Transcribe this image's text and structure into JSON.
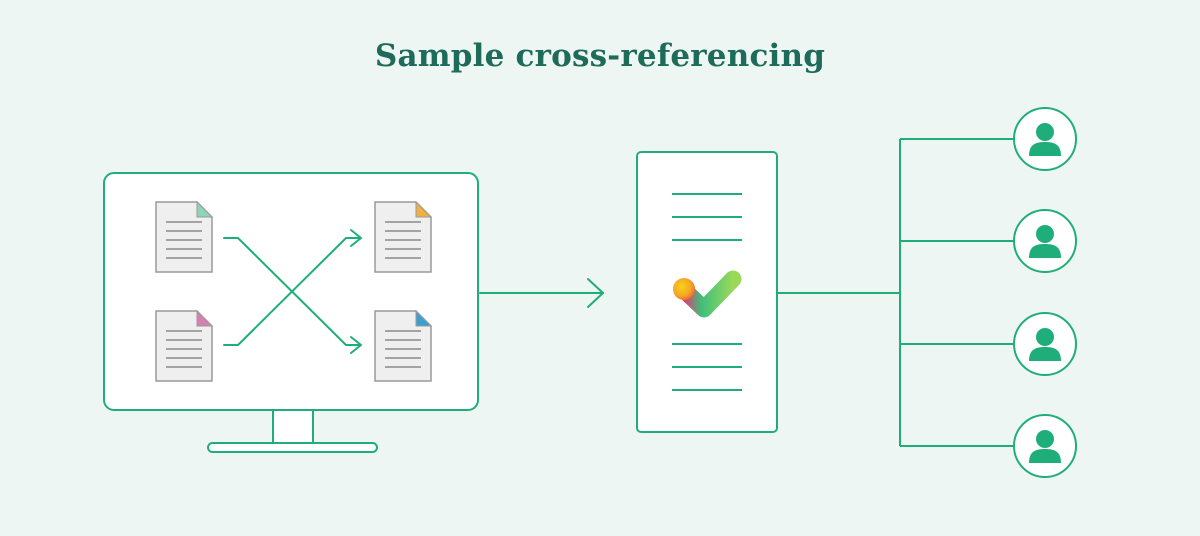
{
  "title": "Sample cross-referencing",
  "colors": {
    "background": "#eef6f4",
    "accent": "#1fae7a",
    "title": "#1e6b5a",
    "panel": "#ffffff",
    "document_body": "#efefef",
    "document_outline": "#9a9a9a",
    "document_lines": "#8a8a8a"
  },
  "documents": [
    {
      "name": "document-top-left",
      "corner_color": "#8fd4b8"
    },
    {
      "name": "document-bottom-left",
      "corner_color": "#d77fb0"
    },
    {
      "name": "document-top-right",
      "corner_color": "#f0b040"
    },
    {
      "name": "document-bottom-right",
      "corner_color": "#3aa0d0"
    }
  ],
  "icons": {
    "monitor": "monitor-icon",
    "report": "report-document-icon",
    "checkmark": "checkmark-icon",
    "person": "person-icon"
  },
  "checkmark_gradient": [
    "#f7c21a",
    "#ef6a3a",
    "#e23a73",
    "#3fbf7a",
    "#9ad85a"
  ],
  "recipients_count": 4
}
